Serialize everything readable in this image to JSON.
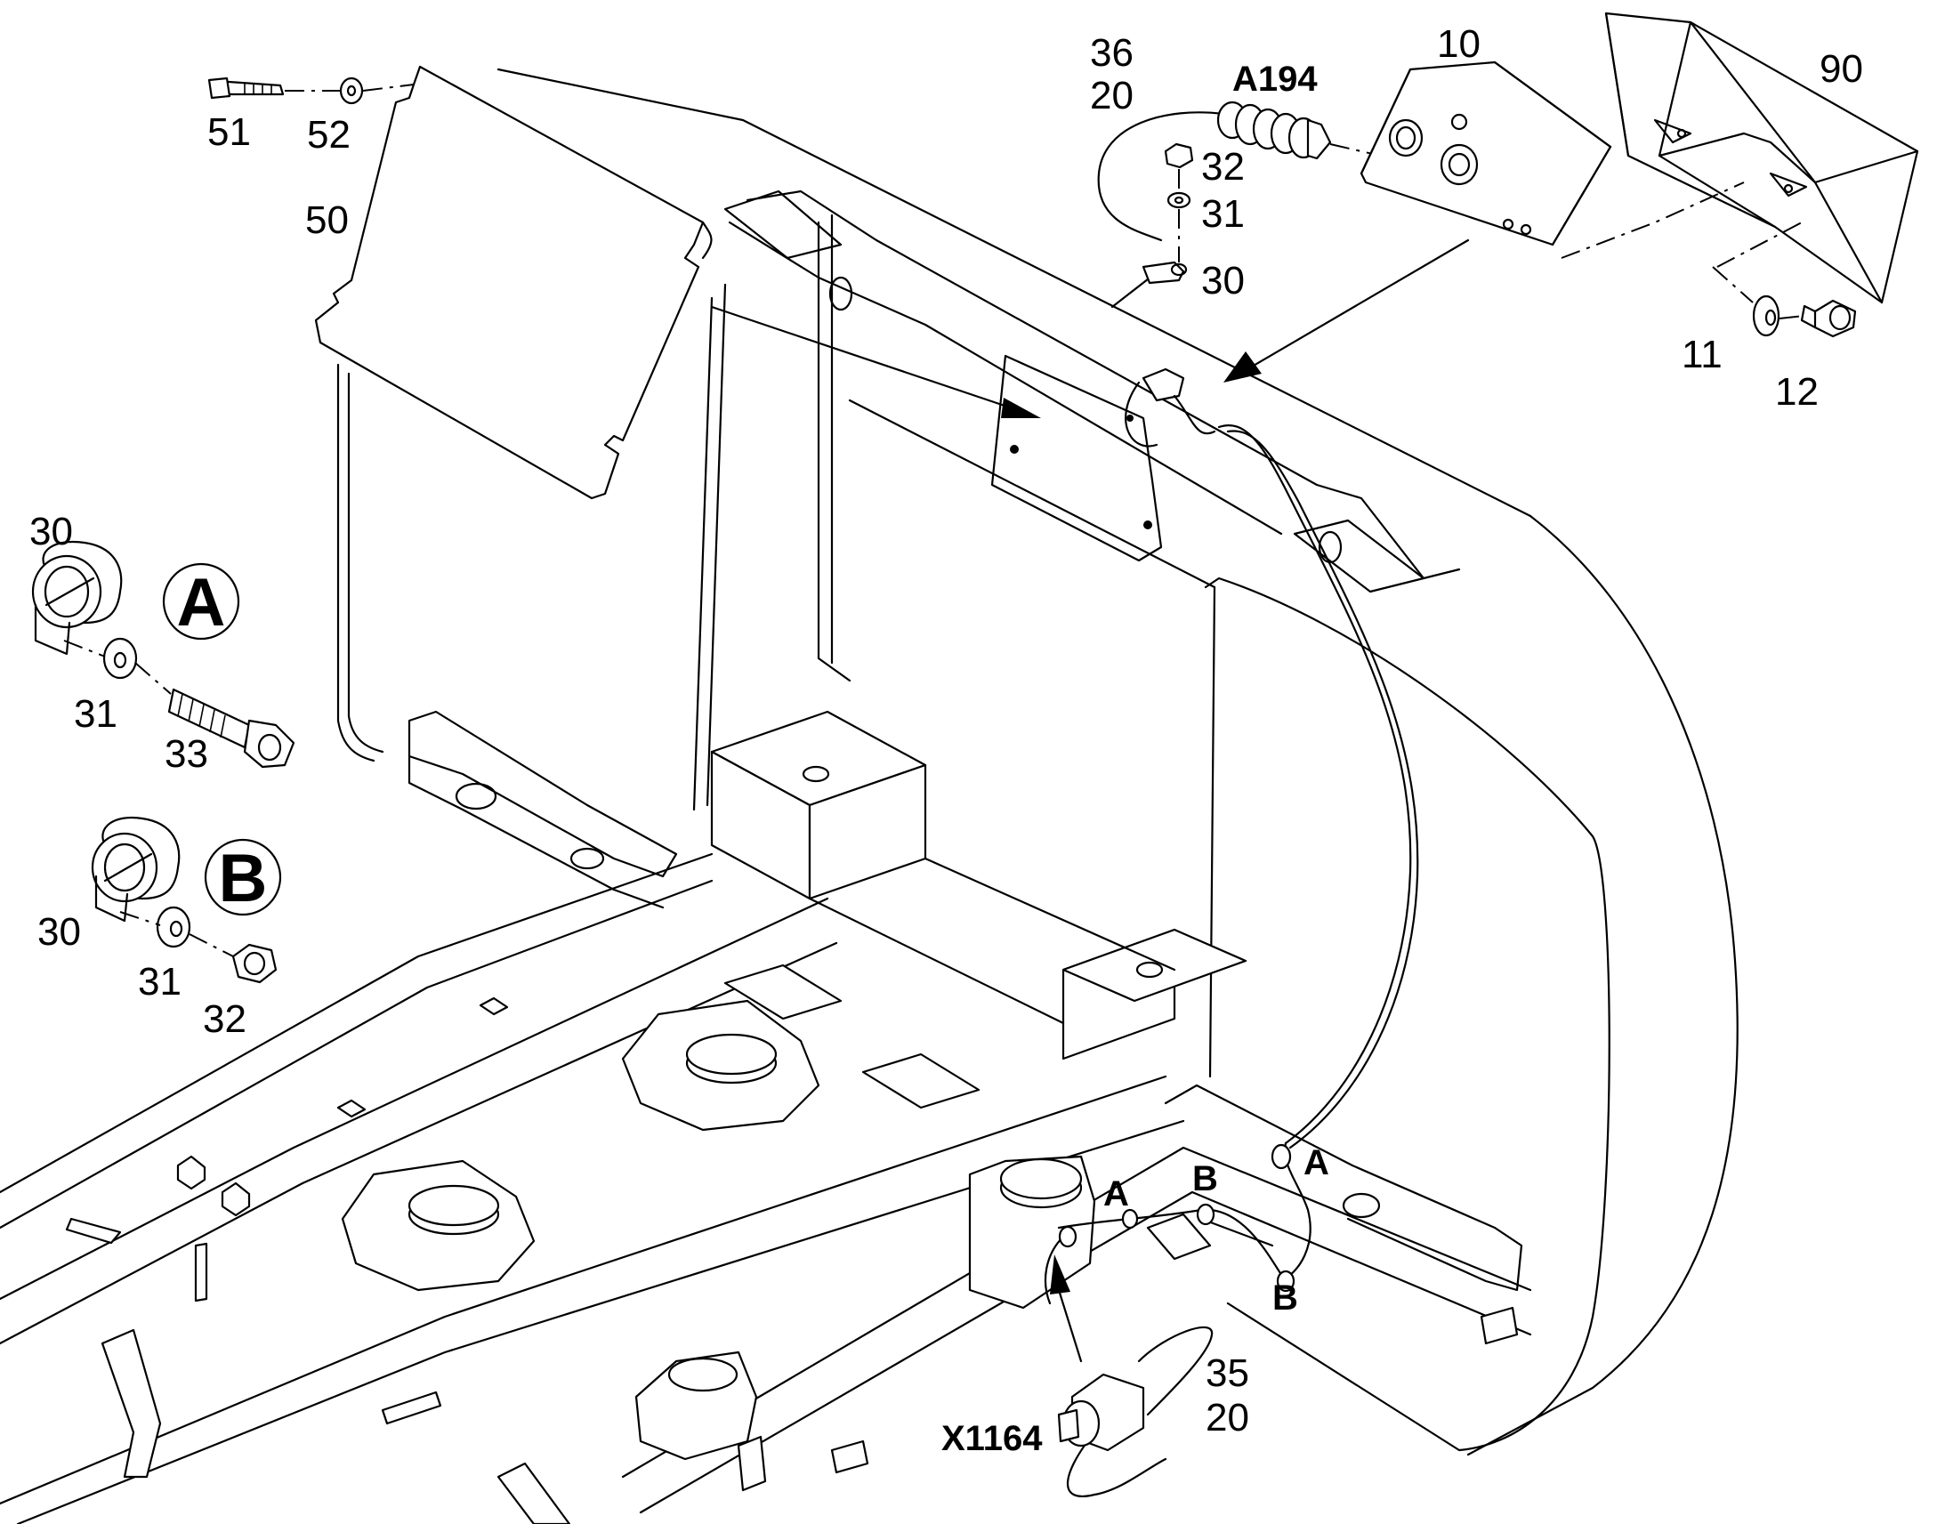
{
  "callouts": {
    "c51": "51",
    "c52": "52",
    "c50": "50",
    "c36": "36",
    "c20_top": "20",
    "a194": "A194",
    "c32_top": "32",
    "c31_top": "31",
    "c30_top": "30",
    "c10": "10",
    "c90": "90",
    "c11": "11",
    "c12": "12",
    "c30_a": "30",
    "c31_a": "31",
    "c33": "33",
    "c30_b": "30",
    "c31_b": "31",
    "c32_b": "32",
    "c35": "35",
    "c20_bottom": "20",
    "x1164": "X1164",
    "a_right": "A",
    "a_mid": "A",
    "b_upper": "B",
    "b_lower": "B"
  },
  "detail_views": {
    "view_a": "A",
    "view_b": "B"
  }
}
